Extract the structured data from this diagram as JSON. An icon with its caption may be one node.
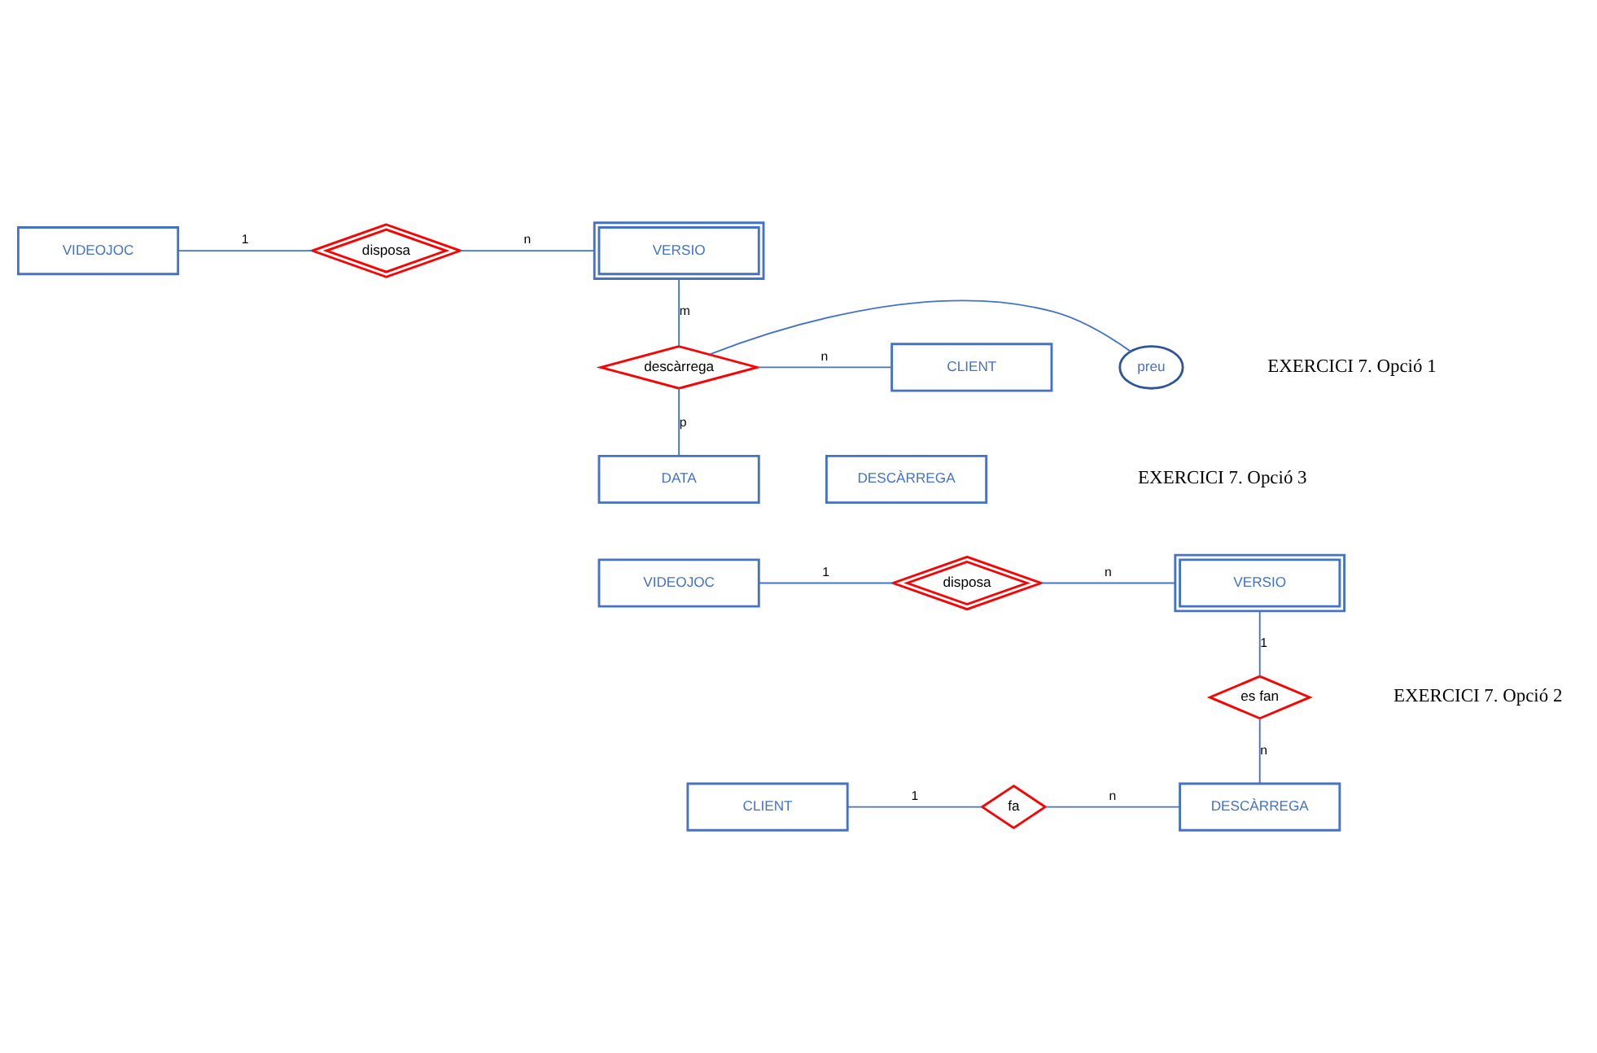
{
  "diagram": {
    "nodes": [
      {
        "text": [
          "VIDEOJOC"
        ]
      },
      {
        "text": [
          "disposa"
        ]
      },
      {
        "text": [
          "VERSIO"
        ]
      },
      {
        "text": [
          "preu"
        ]
      },
      {
        "text": [
          "descàrrega"
        ]
      },
      {
        "text": [
          "CLIENT"
        ]
      },
      {
        "text": [
          "DATA"
        ]
      },
      {
        "text": [
          "DESCÀRREGA"
        ]
      },
      {
        "text": [
          "VIDEOJOC"
        ]
      },
      {
        "text": [
          "disposa"
        ]
      },
      {
        "text": [
          "VERSIO"
        ]
      },
      {
        "text": [
          "es fan"
        ]
      },
      {
        "text": [
          "CLIENT"
        ]
      },
      {
        "text": [
          "fa"
        ]
      },
      {
        "text": [
          "DESCÀRREGA"
        ]
      }
    ],
    "edges": [
      {
        "from": 0,
        "to": 1,
        "arrow": "none",
        "label": "1"
      },
      {
        "from": 1,
        "to": 2,
        "arrow": "none",
        "label": "n"
      },
      {
        "from": 2,
        "to": 4,
        "arrow": "none",
        "label": "m"
      },
      {
        "from": 4,
        "to": 3,
        "arrow": "none"
      },
      {
        "from": 4,
        "to": 5,
        "arrow": "none",
        "label": "n"
      },
      {
        "from": 4,
        "to": 6,
        "arrow": "none",
        "label": "p"
      },
      {
        "from": 8,
        "to": 9,
        "arrow": "none",
        "label": "1"
      },
      {
        "from": 9,
        "to": 10,
        "arrow": "none",
        "label": "n"
      },
      {
        "from": 10,
        "to": 11,
        "arrow": "none",
        "label": "1"
      },
      {
        "from": 11,
        "to": 14,
        "arrow": "none",
        "label": "n"
      },
      {
        "from": 12,
        "to": 13,
        "arrow": "none",
        "label": "1"
      },
      {
        "from": 13,
        "to": 14,
        "arrow": "none",
        "label": "n"
      }
    ],
    "labels": [
      "EXERCICI 7. Opció 1",
      "EXERCICI 7. Opció 3",
      "EXERCICI 7. Opció 2"
    ]
  }
}
